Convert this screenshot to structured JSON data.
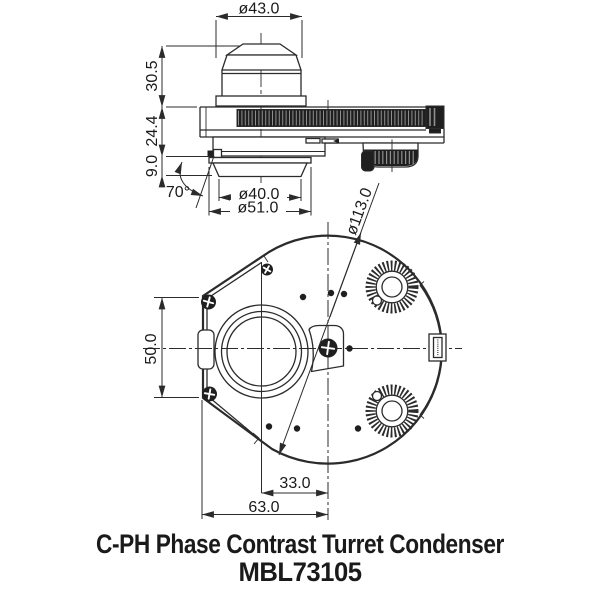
{
  "drawing": {
    "side_view": {
      "dim_top_diameter": "ø43.0",
      "dim_lens_height": "30.5",
      "dim_body_height": "24.4",
      "dim_mount_height": "9.0",
      "dim_mount_angle": "70°",
      "dim_mount_diameter": "ø40.0",
      "dim_flange_diameter": "ø51.0"
    },
    "bottom_view": {
      "dim_outer_diameter": "ø113.0",
      "dim_dovetail_width": "50.0",
      "dim_aperture_offset": "33.0",
      "dim_edge_to_center": "63.0"
    }
  },
  "caption": {
    "product_name": "C-PH Phase Contrast Turret Condenser",
    "model_number": "MBL73105"
  },
  "colors": {
    "line": "#2b2b2b",
    "fill_dark": "#1f1f1f",
    "text": "#1a1a1a",
    "background": "#ffffff"
  }
}
